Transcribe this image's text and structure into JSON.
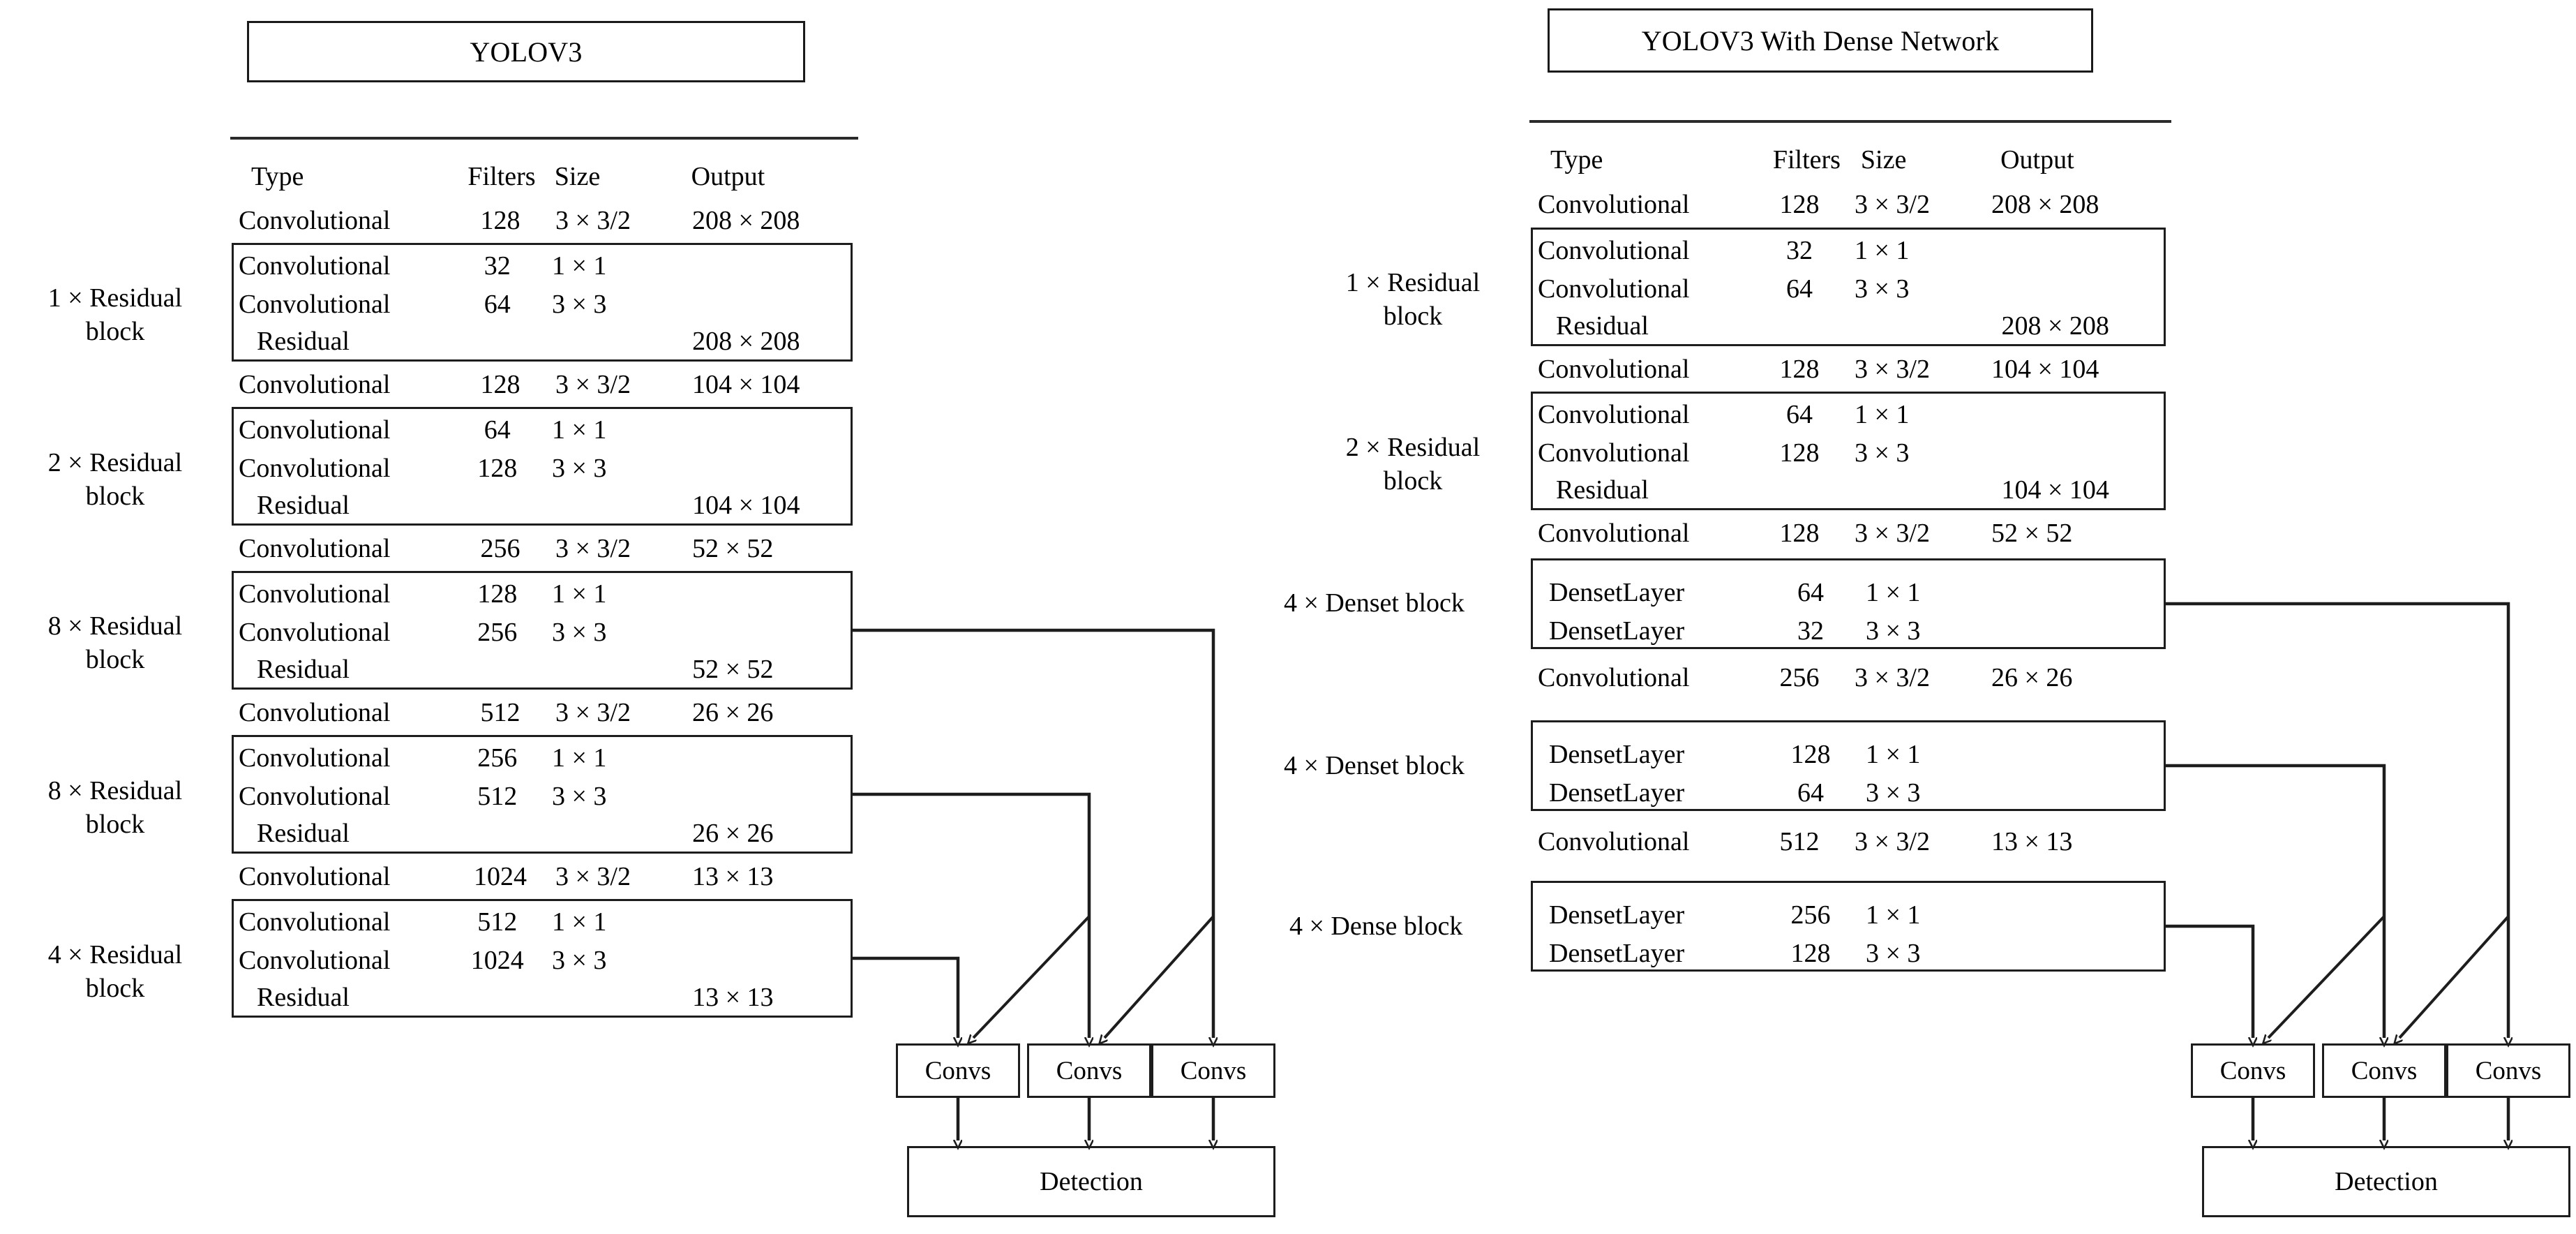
{
  "diagram": {
    "title_left": "YOLOV3",
    "title_right": "YOLOV3 With Dense Network",
    "columns": [
      "Type",
      "Filters",
      "Size",
      "Output"
    ],
    "terminal": {
      "convs_label": "Convs",
      "detection_label": "Detection"
    }
  },
  "left": {
    "title": "YOLOV3",
    "headers": {
      "type": "Type",
      "filters": "Filters",
      "size": "Size",
      "output": "Output"
    },
    "rows": [
      {
        "kind": "plain",
        "type": "Convolutional",
        "filters": "128",
        "size": "3 × 3/2",
        "output": "208 × 208"
      },
      {
        "kind": "group",
        "label": "1 × Residual\nblock",
        "items": [
          {
            "type": "Convolutional",
            "filters": "32",
            "size": "1 × 1",
            "output": ""
          },
          {
            "type": "Convolutional",
            "filters": "64",
            "size": "3 × 3",
            "output": ""
          },
          {
            "type": "Residual",
            "filters": "",
            "size": "",
            "output": "208 × 208"
          }
        ]
      },
      {
        "kind": "plain",
        "type": "Convolutional",
        "filters": "128",
        "size": "3 × 3/2",
        "output": "104 × 104"
      },
      {
        "kind": "group",
        "label": "2 × Residual\nblock",
        "items": [
          {
            "type": "Convolutional",
            "filters": "64",
            "size": "1 × 1",
            "output": ""
          },
          {
            "type": "Convolutional",
            "filters": "128",
            "size": "3 × 3",
            "output": ""
          },
          {
            "type": "Residual",
            "filters": "",
            "size": "",
            "output": "104 × 104"
          }
        ]
      },
      {
        "kind": "plain",
        "type": "Convolutional",
        "filters": "256",
        "size": "3 × 3/2",
        "output": "52 × 52"
      },
      {
        "kind": "group",
        "label": "8 × Residual\nblock",
        "items": [
          {
            "type": "Convolutional",
            "filters": "128",
            "size": "1 × 1",
            "output": ""
          },
          {
            "type": "Convolutional",
            "filters": "256",
            "size": "3 × 3",
            "output": ""
          },
          {
            "type": "Residual",
            "filters": "",
            "size": "",
            "output": "52 × 52"
          }
        ]
      },
      {
        "kind": "plain",
        "type": "Convolutional",
        "filters": "512",
        "size": "3 × 3/2",
        "output": "26 × 26"
      },
      {
        "kind": "group",
        "label": "8 × Residual\nblock",
        "items": [
          {
            "type": "Convolutional",
            "filters": "256",
            "size": "1 × 1",
            "output": ""
          },
          {
            "type": "Convolutional",
            "filters": "512",
            "size": "3 × 3",
            "output": ""
          },
          {
            "type": "Residual",
            "filters": "",
            "size": "",
            "output": "26 × 26"
          }
        ]
      },
      {
        "kind": "plain",
        "type": "Convolutional",
        "filters": "1024",
        "size": "3 × 3/2",
        "output": "13 × 13"
      },
      {
        "kind": "group",
        "label": "4 × Residual\nblock",
        "items": [
          {
            "type": "Convolutional",
            "filters": "512",
            "size": "1 × 1",
            "output": ""
          },
          {
            "type": "Convolutional",
            "filters": "1024",
            "size": "3 × 3",
            "output": ""
          },
          {
            "type": "Residual",
            "filters": "",
            "size": "",
            "output": "13 × 13"
          }
        ]
      }
    ],
    "convs": [
      "Convs",
      "Convs",
      "Convs"
    ],
    "detection": "Detection"
  },
  "right": {
    "title": "YOLOV3 With Dense Network",
    "headers": {
      "type": "Type",
      "filters": "Filters",
      "size": "Size",
      "output": "Output"
    },
    "rows": [
      {
        "kind": "plain",
        "type": "Convolutional",
        "filters": "128",
        "size": "3 × 3/2",
        "output": "208 × 208"
      },
      {
        "kind": "group",
        "label": "1 × Residual\nblock",
        "items": [
          {
            "type": "Convolutional",
            "filters": "32",
            "size": "1 × 1",
            "output": ""
          },
          {
            "type": "Convolutional",
            "filters": "64",
            "size": "3 × 3",
            "output": ""
          },
          {
            "type": "Residual",
            "filters": "",
            "size": "",
            "output": "208 × 208"
          }
        ]
      },
      {
        "kind": "plain",
        "type": "Convolutional",
        "filters": "128",
        "size": "3 × 3/2",
        "output": "104 × 104"
      },
      {
        "kind": "group",
        "label": "2 × Residual\nblock",
        "items": [
          {
            "type": "Convolutional",
            "filters": "64",
            "size": "1 × 1",
            "output": ""
          },
          {
            "type": "Convolutional",
            "filters": "128",
            "size": "3 × 3",
            "output": ""
          },
          {
            "type": "Residual",
            "filters": "",
            "size": "",
            "output": "104 × 104"
          }
        ]
      },
      {
        "kind": "plain",
        "type": "Convolutional",
        "filters": "128",
        "size": "3 × 3/2",
        "output": "52 × 52"
      },
      {
        "kind": "group",
        "label": "4 × Denset block",
        "oneline": true,
        "items": [
          {
            "type": "DensetLayer",
            "filters": "64",
            "size": "1 × 1",
            "output": ""
          },
          {
            "type": "DensetLayer",
            "filters": "32",
            "size": "3 × 3",
            "output": ""
          }
        ]
      },
      {
        "kind": "plain",
        "type": "Convolutional",
        "filters": "256",
        "size": "3 × 3/2",
        "output": "26 × 26"
      },
      {
        "kind": "group",
        "label": "4 × Denset block",
        "oneline": true,
        "items": [
          {
            "type": "DensetLayer",
            "filters": "128",
            "size": "1 × 1",
            "output": ""
          },
          {
            "type": "DensetLayer",
            "filters": "64",
            "size": "3 × 3",
            "output": ""
          }
        ]
      },
      {
        "kind": "plain",
        "type": "Convolutional",
        "filters": "512",
        "size": "3 × 3/2",
        "output": "13 × 13"
      },
      {
        "kind": "group",
        "label": "4 × Dense block",
        "oneline": true,
        "items": [
          {
            "type": "DensetLayer",
            "filters": "256",
            "size": "1 × 1",
            "output": ""
          },
          {
            "type": "DensetLayer",
            "filters": "128",
            "size": "3 × 3",
            "output": ""
          }
        ]
      }
    ],
    "convs": [
      "Convs",
      "Convs",
      "Convs"
    ],
    "detection": "Detection"
  }
}
